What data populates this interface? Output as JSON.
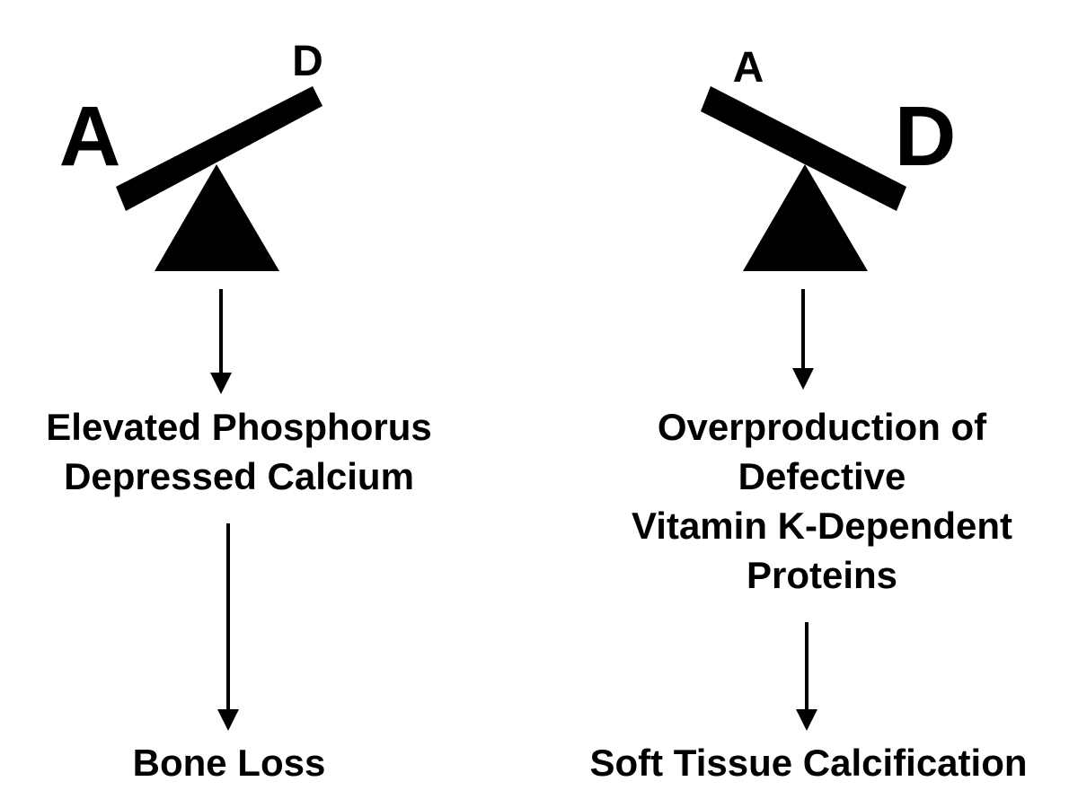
{
  "left": {
    "heavy_letter": "A",
    "light_letter": "D",
    "outcome_lines": [
      "Elevated Phosphorus",
      "Depressed Calcium"
    ],
    "result": "Bone Loss"
  },
  "right": {
    "heavy_letter": "D",
    "light_letter": "A",
    "outcome_lines": [
      "Overproduction of",
      "Defective",
      "Vitamin K-Dependent",
      "Proteins"
    ],
    "result": "Soft Tissue Calcification"
  },
  "colors": {
    "ink": "#000000",
    "background": "#ffffff"
  }
}
